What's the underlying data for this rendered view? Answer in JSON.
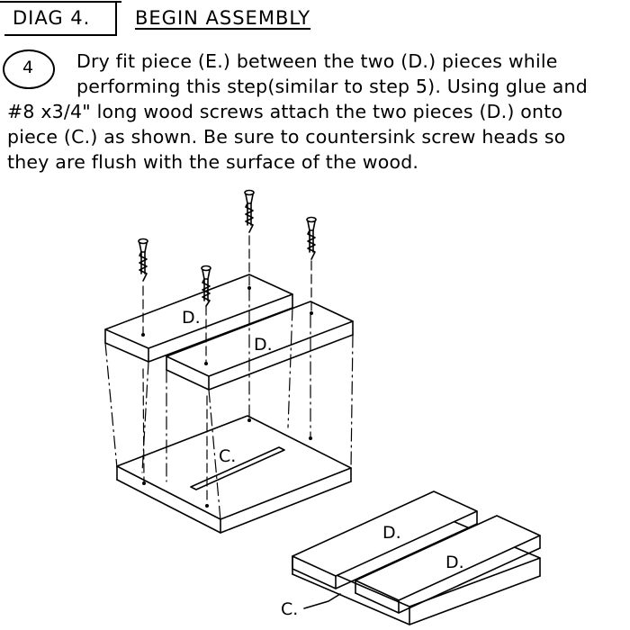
{
  "header": {
    "diag_label": "DIAG 4.",
    "title": "BEGIN ASSEMBLY"
  },
  "step": {
    "number": "4",
    "lines": [
      "Dry fit piece (E.) between the two (D.) pieces while",
      "performing this step(similar to step 5).  Using glue and",
      "#8 x3/4\" long wood screws attach the two pieces (D.) onto",
      "piece (C.) as shown.  Be sure to countersink screw heads so",
      "they are flush with the surface of the wood."
    ]
  },
  "diagram": {
    "exploded": {
      "label_d_back": "D.",
      "label_d_front": "D.",
      "label_c": "C."
    },
    "assembled": {
      "label_d_back": "D.",
      "label_d_front": "D.",
      "label_c": "C."
    }
  }
}
